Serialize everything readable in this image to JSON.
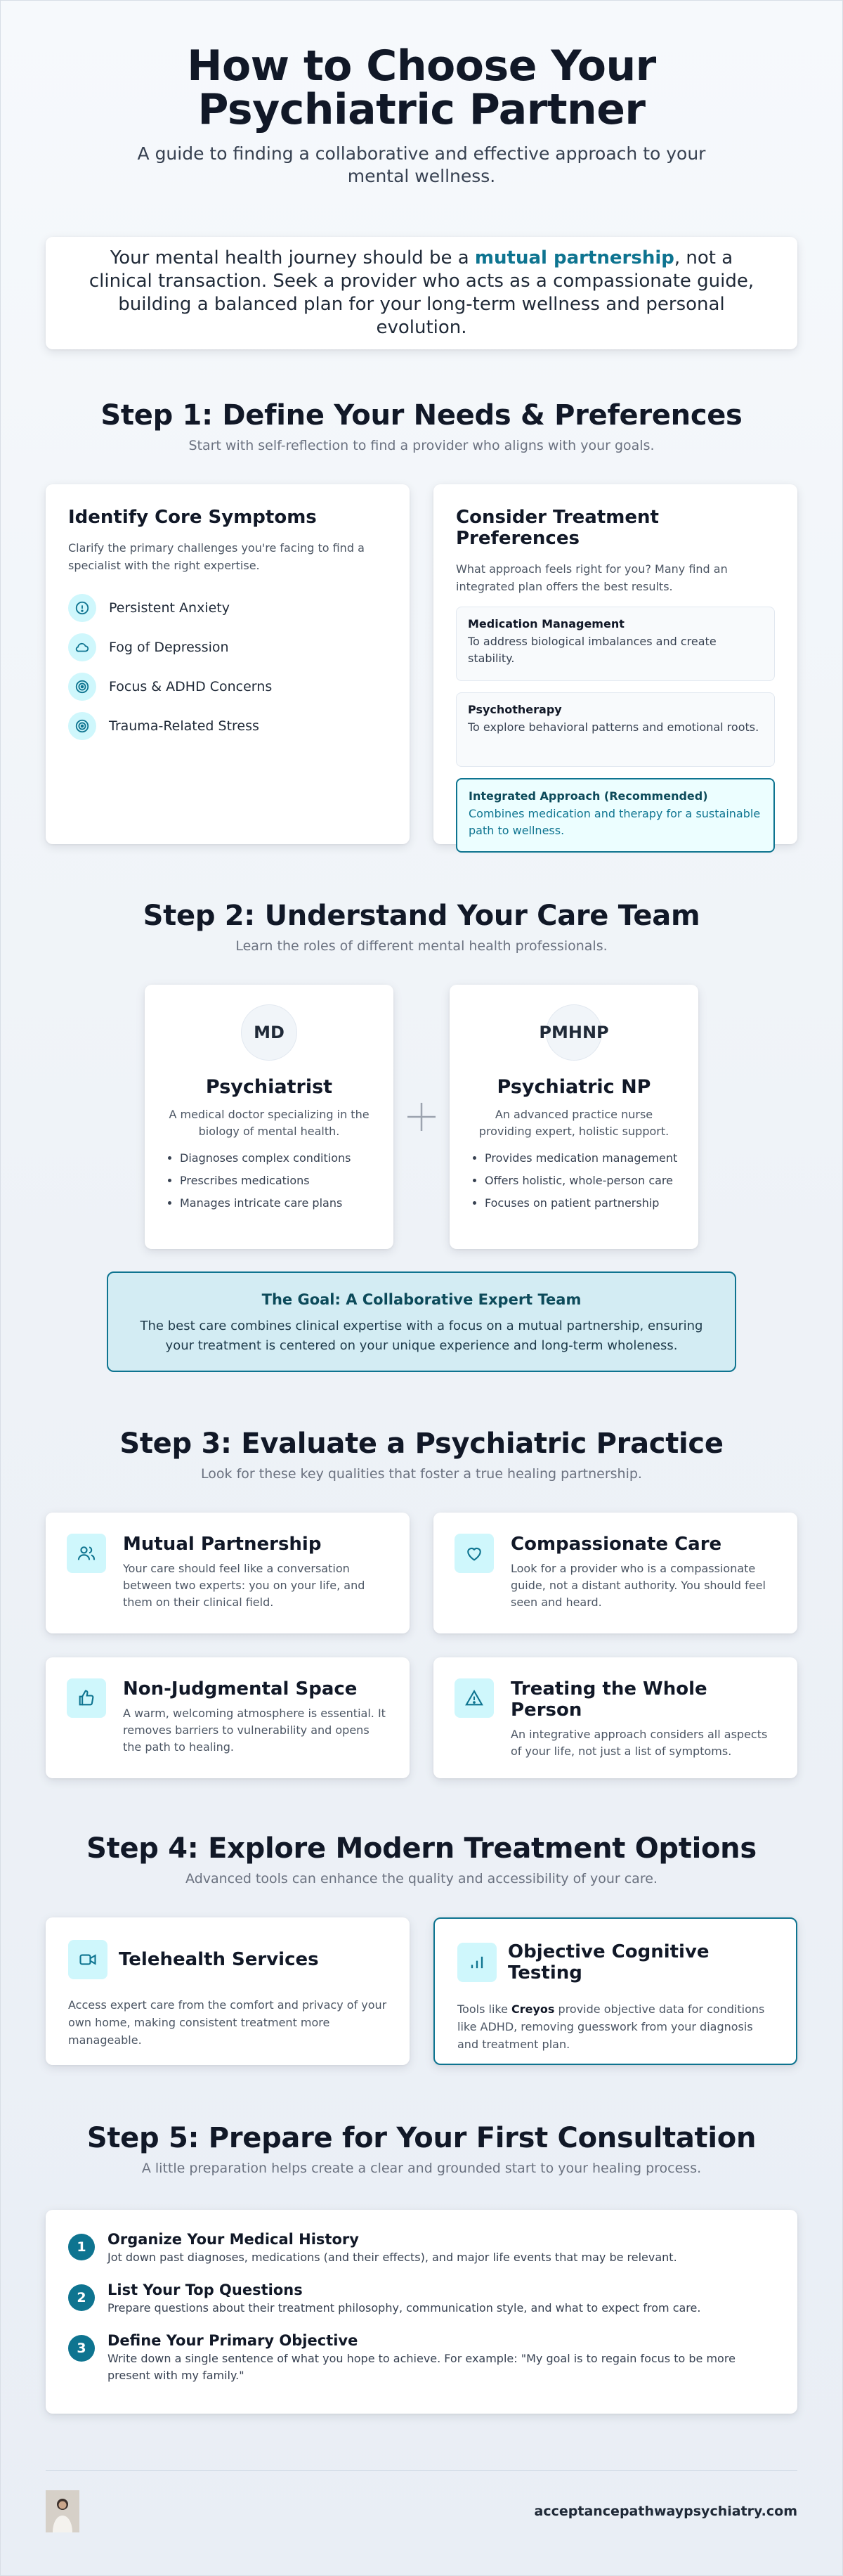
{
  "hero": {
    "title": "How to Choose Your Psychiatric Partner",
    "subtitle": "A guide to finding a collaborative and effective approach to your mental wellness."
  },
  "intro": {
    "text_before": "Your mental health journey should be a ",
    "highlight": "mutual partnership",
    "text_after": ", not a clinical transaction. Seek a provider who acts as a compassionate guide, building a balanced plan for your long-term wellness and personal evolution."
  },
  "step1": {
    "title": "Step 1: Define Your Needs & Preferences",
    "subtitle": "Start with self-reflection to find a provider who aligns with your goals.",
    "symptoms": {
      "title": "Identify Core Symptoms",
      "desc": "Clarify the primary challenges you're facing to find a specialist with the right expertise.",
      "items": [
        {
          "label": "Persistent Anxiety",
          "icon": "alert-circle-icon"
        },
        {
          "label": "Fog of Depression",
          "icon": "cloud-icon"
        },
        {
          "label": "Focus & ADHD Concerns",
          "icon": "target-icon"
        },
        {
          "label": "Trauma-Related Stress",
          "icon": "target-icon"
        }
      ]
    },
    "preferences": {
      "title": "Consider Treatment Preferences",
      "desc": "What approach feels right for you? Many find an integrated plan offers the best results.",
      "options": [
        {
          "title": "Medication Management",
          "desc": "To address biological imbalances and create stability."
        },
        {
          "title": "Psychotherapy",
          "desc": "To explore behavioral patterns and emotional roots."
        },
        {
          "title": "Integrated Approach (Recommended)",
          "desc": "Combines medication and therapy for a sustainable path to wellness."
        }
      ]
    }
  },
  "step2": {
    "title": "Step 2: Understand Your Care Team",
    "subtitle": "Learn the roles of different mental health professionals.",
    "psychiatrist": {
      "badge": "MD",
      "title": "Psychiatrist",
      "desc": "A medical doctor specializing in the biology of mental health.",
      "items": [
        "Diagnoses complex conditions",
        "Prescribes medications",
        "Manages intricate care plans"
      ]
    },
    "np": {
      "badge": "PMHNP",
      "title": "Psychiatric NP",
      "desc": "An advanced practice nurse providing expert, holistic support.",
      "items": [
        "Provides medication management",
        "Offers holistic, whole-person care",
        "Focuses on patient partnership"
      ]
    },
    "goal": {
      "title": "The Goal: A Collaborative Expert Team",
      "text": "The best care combines clinical expertise with a focus on a mutual partnership, ensuring your treatment is centered on your unique experience and long-term wholeness."
    }
  },
  "step3": {
    "title": "Step 3: Evaluate a Psychiatric Practice",
    "subtitle": "Look for these key qualities that foster a true healing partnership.",
    "qualities": [
      {
        "title": "Mutual Partnership",
        "desc": "Your care should feel like a conversation between two experts: you on your life, and them on their clinical field.",
        "icon": "users-icon"
      },
      {
        "title": "Compassionate Care",
        "desc": "Look for a provider who is a compassionate guide, not a distant authority. You should feel seen and heard.",
        "icon": "heart-icon"
      },
      {
        "title": "Non-Judgmental Space",
        "desc": "A warm, welcoming atmosphere is essential. It removes barriers to vulnerability and opens the path to healing.",
        "icon": "thumbs-up-icon"
      },
      {
        "title": "Treating the Whole Person",
        "desc": "An integrative approach considers all aspects of your life, not just a list of symptoms.",
        "icon": "warning-triangle-icon"
      }
    ]
  },
  "step4": {
    "title": "Step 4: Explore Modern Treatment Options",
    "subtitle": "Advanced tools can enhance the quality and accessibility of your care.",
    "telehealth": {
      "title": "Telehealth Services",
      "desc": "Access expert care from the comfort and privacy of your own home, making consistent treatment more manageable.",
      "icon": "video-icon"
    },
    "testing": {
      "title": "Objective Cognitive Testing",
      "desc_before": "Tools like ",
      "desc_bold": "Creyos",
      "desc_after": " provide objective data for conditions like ADHD, removing guesswork from your diagnosis and treatment plan.",
      "icon": "bar-chart-icon"
    }
  },
  "step5": {
    "title": "Step 5: Prepare for Your First Consultation",
    "subtitle": "A little preparation helps create a clear and grounded start to your healing process.",
    "items": [
      {
        "num": "1",
        "title": "Organize Your Medical History",
        "desc": "Jot down past diagnoses, medications (and their effects), and major life events that may be relevant."
      },
      {
        "num": "2",
        "title": "List Your Top Questions",
        "desc": "Prepare questions about their treatment philosophy, communication style, and what to expect from care."
      },
      {
        "num": "3",
        "title": "Define Your Primary Objective",
        "desc": "Write down a single sentence of what you hope to achieve. For example: \"My goal is to regain focus to be more present with my family.\""
      }
    ]
  },
  "footer": {
    "site": "acceptancepathwaypsychiatry.com"
  },
  "colors": {
    "accent": "#0e7490",
    "accent_light": "#cff7fc",
    "goal_bg": "#d3ecf3"
  }
}
